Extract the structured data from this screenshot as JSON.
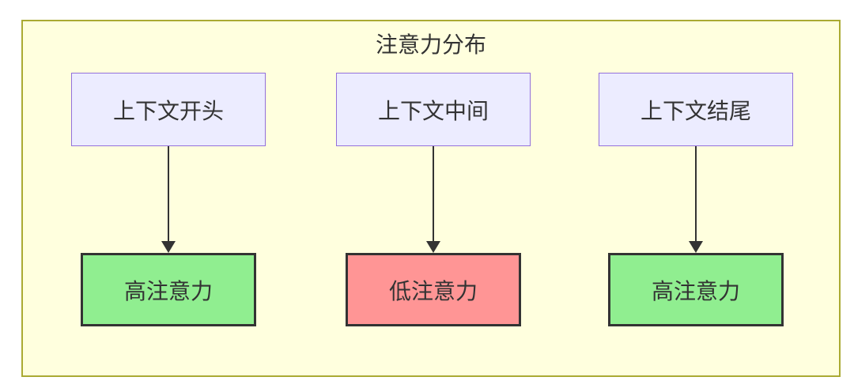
{
  "diagram": {
    "title": "注意力分布",
    "columns": [
      {
        "source": "上下文开头",
        "target": "高注意力",
        "target_level": "high"
      },
      {
        "source": "上下文中间",
        "target": "低注意力",
        "target_level": "low"
      },
      {
        "source": "上下文结尾",
        "target": "高注意力",
        "target_level": "high"
      }
    ],
    "colors": {
      "container_background": "#ffffde",
      "container_border": "#aaaa33",
      "source_fill": "#ECECFF",
      "source_border": "#9370DB",
      "target_high_fill": "#90EE90",
      "target_low_fill": "#FF9595",
      "target_border": "#333333",
      "arrow": "#333333",
      "text": "#333333"
    }
  }
}
